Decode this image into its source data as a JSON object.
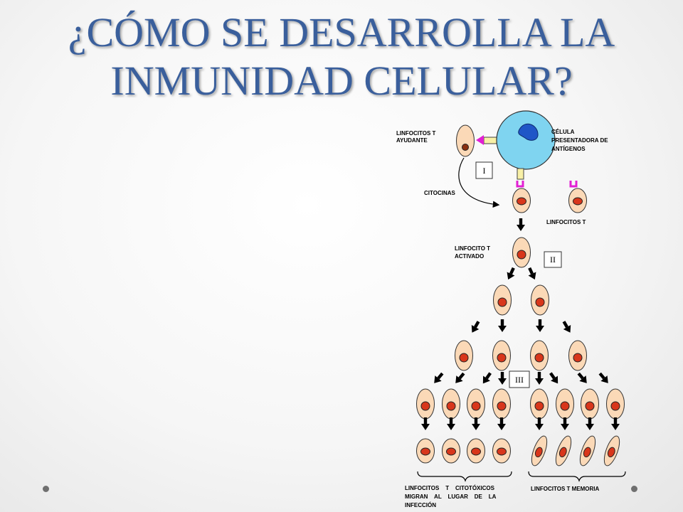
{
  "slide": {
    "title_line1": "¿CÓMO SE DESARROLLA LA",
    "title_line2": "INMUNIDAD CELULAR?"
  },
  "diagram": {
    "labels": {
      "helper_t": [
        "LINFOCITOS T",
        "AYUDANTE"
      ],
      "apc": [
        "CÉLULA",
        "PRESENTADORA DE",
        "ANTÍGENOS"
      ],
      "cytokines": "CITOCINAS",
      "t_cells": "LINFOCITOS T",
      "activated_t": [
        "LINFOCITO T",
        "ACTIVADO"
      ],
      "cytotoxic": [
        "LINFOCITOS    T    CITOTÓXICOS",
        "MIGRAN    AL    LUGAR    DE    LA",
        "INFECCIÓN"
      ],
      "memory": "LINFOCITOS T MEMORIA"
    },
    "stages": [
      "I",
      "II",
      "III"
    ]
  },
  "colors": {
    "title": "#3a5f9c",
    "cell_fill": "#fbd9b7",
    "nucleus": "#d8361b",
    "apc_fill": "#7fd4f0",
    "apc_nucleus": "#1f56c7",
    "receptor": "#e21fd3",
    "dots": "#6f6f6f"
  }
}
